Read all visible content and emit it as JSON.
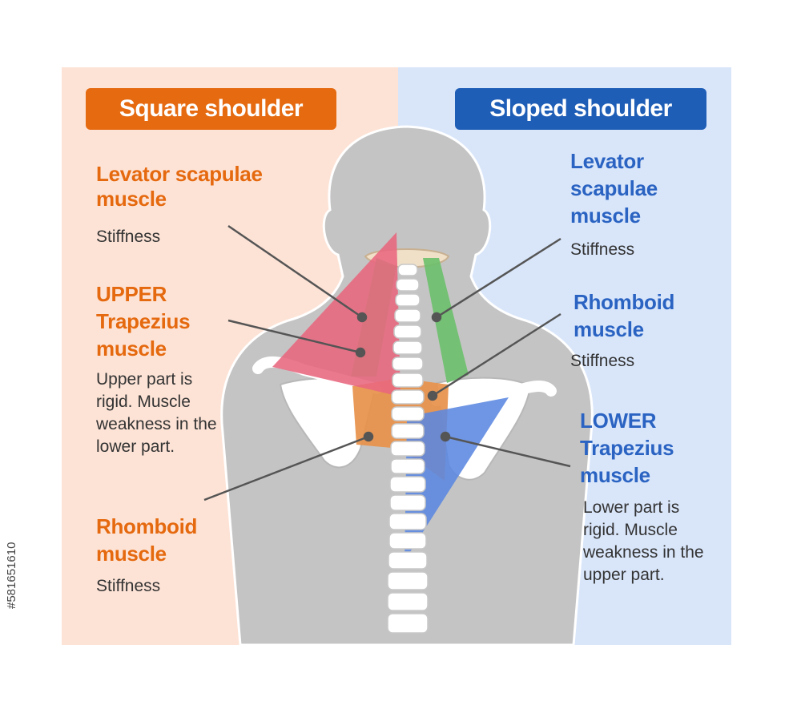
{
  "headers": {
    "left": "Square shoulder",
    "right": "Sloped shoulder"
  },
  "left": {
    "levator": {
      "title": "Levator scapulae muscle",
      "desc": "Stiffness"
    },
    "upper_trapezius": {
      "title_line1": "UPPER",
      "title_line2": "Trapezius",
      "title_line3": "muscle",
      "desc": "Upper part is rigid. Muscle weakness in the lower part."
    },
    "rhomboid": {
      "title_line1": "Rhomboid",
      "title_line2": "muscle",
      "desc": "Stiffness"
    }
  },
  "right": {
    "levator": {
      "title_line1": "Levator",
      "title_line2": "scapulae",
      "title_line3": "muscle",
      "desc": "Stiffness"
    },
    "rhomboid": {
      "title_line1": "Rhomboid",
      "title_line2": "muscle",
      "desc": "Stiffness"
    },
    "lower_trapezius": {
      "title_line1": "LOWER",
      "title_line2": "Trapezius",
      "title_line3": "muscle",
      "desc": "Lower part is rigid. Muscle weakness in the upper part."
    }
  },
  "watermark": "#581651610",
  "colors": {
    "square_accent": "#e56a10",
    "sloped_accent": "#1f5eb7",
    "levator_green": "#6cc06b",
    "trapezius_pink": "#e8677e",
    "rhomboid_orange": "#e8914a",
    "lower_trapezius_blue": "#5b87e0"
  }
}
